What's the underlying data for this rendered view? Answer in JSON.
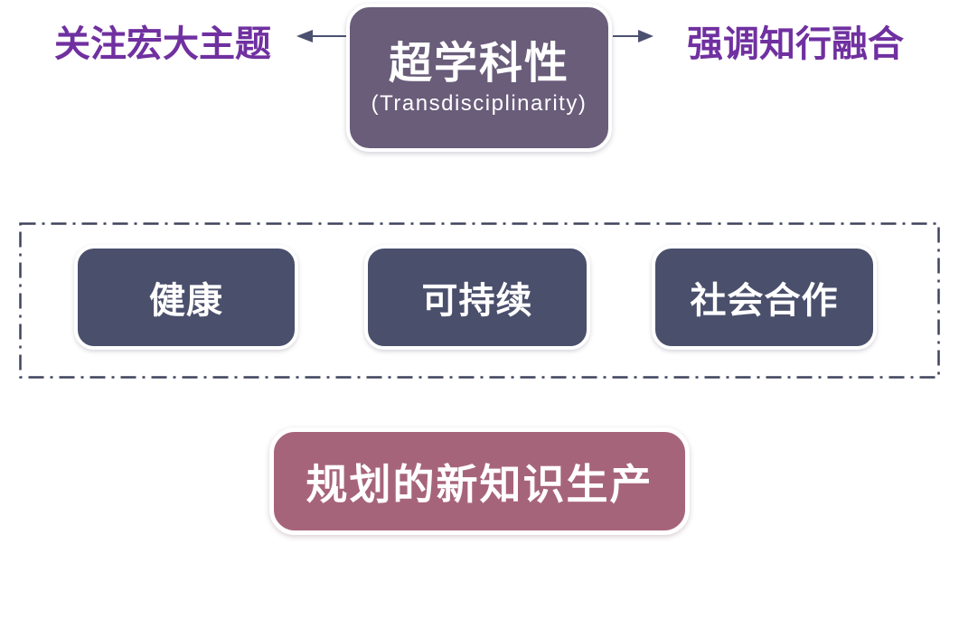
{
  "diagram": {
    "background": "#ffffff",
    "arrow_color": "#4c5070",
    "left_label": {
      "text": "关注宏大主题",
      "color": "#7030a0"
    },
    "right_label": {
      "text": "强调知行融合",
      "color": "#7030a0"
    },
    "top_box": {
      "title": "超学科性",
      "subtitle": "(Transdisciplinarity)",
      "fill": "#695d7a",
      "text_color": "#ffffff"
    },
    "themes_container": {
      "border_color": "#3e425b"
    },
    "theme_boxes": [
      {
        "label": "健康",
        "fill": "#4a4f6c"
      },
      {
        "label": "可持续",
        "fill": "#4a4f6c"
      },
      {
        "label": "社会合作",
        "fill": "#4a4f6c"
      }
    ],
    "bottom_box": {
      "label": "规划的新知识生产",
      "fill": "#a6647b",
      "text_color": "#ffffff"
    }
  }
}
